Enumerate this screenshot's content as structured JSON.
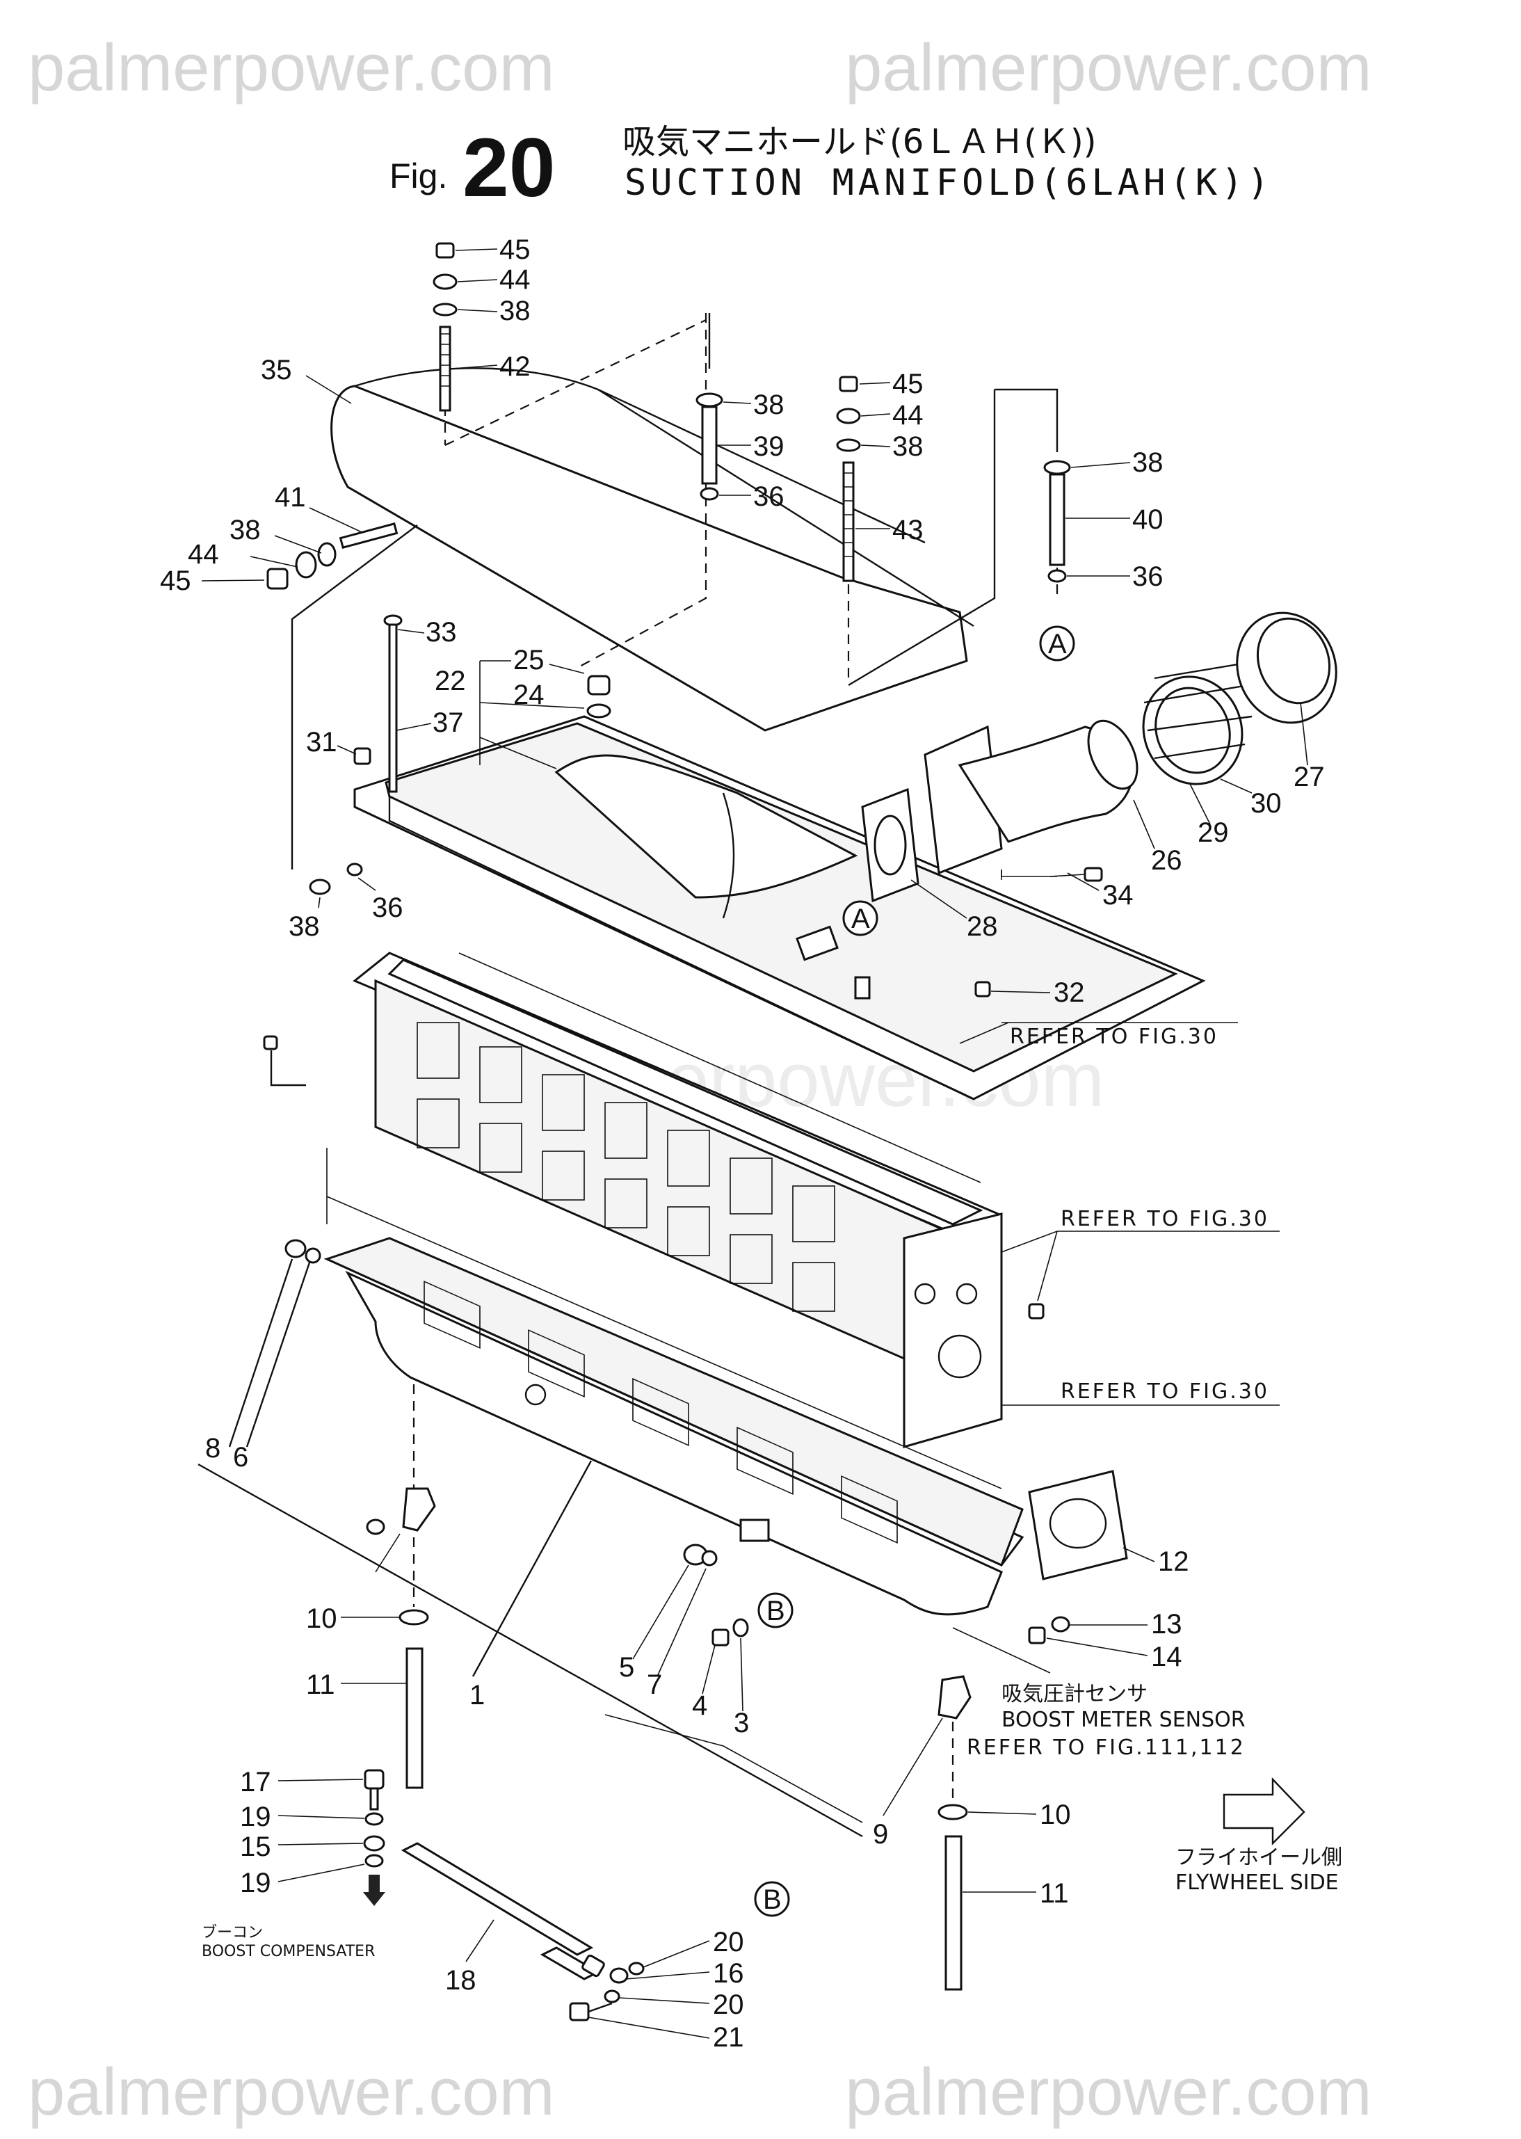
{
  "watermark": {
    "top_left": "palmerpower.com",
    "top_right": "palmerpower.com",
    "middle": "palmerpower.com",
    "bottom_left": "palmerpower.com",
    "bottom_right": "palmerpower.com"
  },
  "header": {
    "fig_prefix": "Fig.",
    "fig_number": "20",
    "title_jp": "吸気マニホールド(6ＬＡＨ(Ｋ))",
    "title_en": "SUCTION MANIFOLD(6LAH(K))"
  },
  "callouts": {
    "n45a": "45",
    "n44a": "44",
    "n38a": "38",
    "n42": "42",
    "n35": "35",
    "n38b": "38",
    "n39": "39",
    "n36a": "36",
    "n45b": "45",
    "n44b": "44",
    "n38c": "38",
    "n43": "43",
    "n38d": "38",
    "n40": "40",
    "n36b": "36",
    "n41": "41",
    "n38e": "38",
    "n44c": "44",
    "n45c": "45",
    "n33": "33",
    "n25": "25",
    "n22": "22",
    "n24": "24",
    "n37": "37",
    "n31": "31",
    "n38f": "38",
    "n36c": "36",
    "n27": "27",
    "n30": "30",
    "n29": "29",
    "n26": "26",
    "n34": "34",
    "n28": "28",
    "n32": "32",
    "n8": "8",
    "n6": "6",
    "n12": "12",
    "n13": "13",
    "n14": "14",
    "n10a": "10",
    "n11a": "11",
    "n1": "1",
    "n5": "5",
    "n7": "7",
    "n4": "4",
    "n3": "3",
    "n9": "9",
    "n10b": "10",
    "n11b": "11",
    "n17": "17",
    "n19a": "19",
    "n15": "15",
    "n19b": "19",
    "n18": "18",
    "n20a": "20",
    "n16": "16",
    "n20b": "20",
    "n21": "21"
  },
  "markers": {
    "A1": "A",
    "A2": "A",
    "B1": "B",
    "B2": "B"
  },
  "references": {
    "ref1": "REFER TO FIG.30",
    "ref2": "REFER TO FIG.30",
    "ref3": "REFER TO FIG.30",
    "ref4": "REFER TO FIG.111,112"
  },
  "notes": {
    "sensor_jp": "吸気圧計センサ",
    "sensor_en": "BOOST METER SENSOR",
    "flywheel_jp": "フライホイール側",
    "flywheel_en": "FLYWHEEL SIDE",
    "compensator_jp": "ブーコン",
    "compensator_en": "BOOST COMPENSATER"
  }
}
